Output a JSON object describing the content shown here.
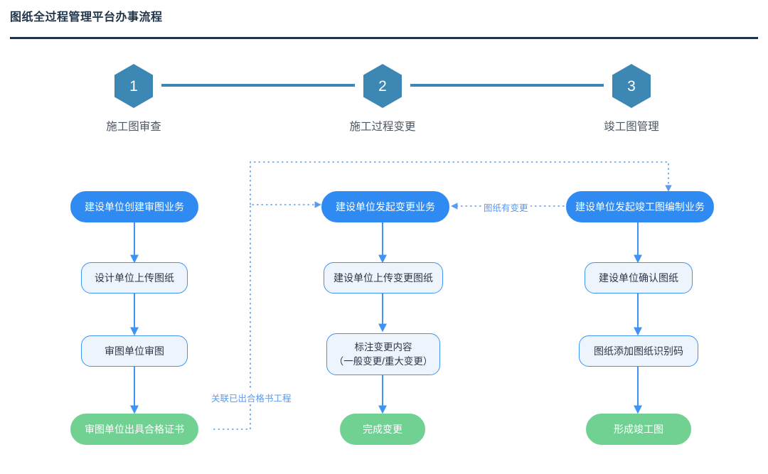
{
  "header": {
    "title": "图纸全过程管理平台办事流程"
  },
  "stepper": {
    "steps": [
      {
        "number": "1",
        "label": "施工图审查"
      },
      {
        "number": "2",
        "label": "施工过程变更"
      },
      {
        "number": "3",
        "label": "竣工图管理"
      }
    ]
  },
  "colors": {
    "title": "#1f3348",
    "hexagon": "#3d87b5",
    "start_node": "#2f8bf2",
    "process_fill": "#eef4fb",
    "process_border": "#3f93f5",
    "end_node": "#71d193",
    "edge": "#3f93f5",
    "dotted_edge": "#5b9bf0"
  },
  "flow": {
    "columns": [
      {
        "name": "施工图审查",
        "nodes": [
          {
            "id": "c1n1",
            "type": "start",
            "label": "建设单位创建审图业务"
          },
          {
            "id": "c1n2",
            "type": "process",
            "label": "设计单位上传图纸"
          },
          {
            "id": "c1n3",
            "type": "process",
            "label": "审图单位审图"
          },
          {
            "id": "c1n4",
            "type": "end",
            "label": "审图单位出具合格证书"
          }
        ]
      },
      {
        "name": "施工过程变更",
        "nodes": [
          {
            "id": "c2n1",
            "type": "start",
            "label": "建设单位发起变更业务"
          },
          {
            "id": "c2n2",
            "type": "process",
            "label": "建设单位上传变更图纸"
          },
          {
            "id": "c2n3",
            "type": "process",
            "label": "标注变更内容",
            "label2": "（一般变更/重大变更）"
          },
          {
            "id": "c2n4",
            "type": "end",
            "label": "完成变更"
          }
        ]
      },
      {
        "name": "竣工图管理",
        "nodes": [
          {
            "id": "c3n1",
            "type": "start",
            "label": "建设单位发起竣工图编制业务"
          },
          {
            "id": "c3n2",
            "type": "process",
            "label": "建设单位确认图纸"
          },
          {
            "id": "c3n3",
            "type": "process",
            "label": "图纸添加图纸识别码"
          },
          {
            "id": "c3n4",
            "type": "end",
            "label": "形成竣工图"
          }
        ]
      }
    ],
    "edge_labels": [
      {
        "id": "el1",
        "text": "图纸有变更"
      },
      {
        "id": "el2",
        "text": "关联已出合格书工程"
      }
    ]
  }
}
